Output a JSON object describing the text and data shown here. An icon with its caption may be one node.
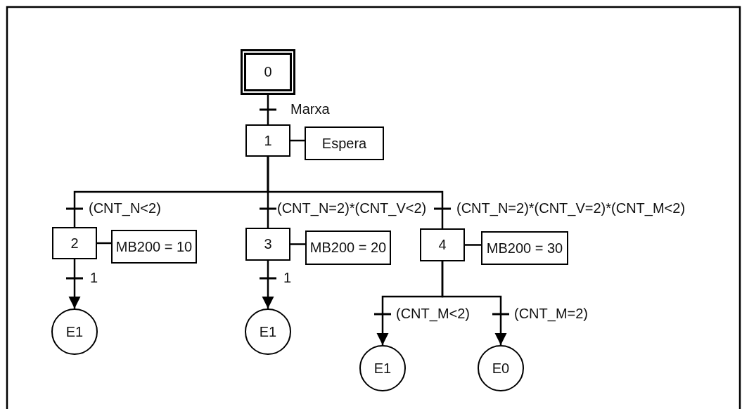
{
  "diagram": {
    "nodes": [
      {
        "text": [
          "0"
        ]
      },
      {
        "text": [
          "1"
        ]
      },
      {
        "text": [
          "Espera"
        ]
      },
      {
        "text": [
          "2"
        ]
      },
      {
        "text": [
          "MB200 = 10"
        ]
      },
      {
        "text": [
          "3"
        ]
      },
      {
        "text": [
          "MB200 = 20"
        ]
      },
      {
        "text": [
          "4"
        ]
      },
      {
        "text": [
          "MB200 = 30"
        ]
      },
      {
        "text": [
          "E1"
        ]
      },
      {
        "text": [
          "E1"
        ]
      },
      {
        "text": [
          "E1"
        ]
      },
      {
        "text": [
          "E0"
        ]
      }
    ],
    "edges": [
      {
        "from": 0,
        "to": 1,
        "arrow": "none",
        "label": "Marxa"
      },
      {
        "from": 1,
        "to": 2,
        "arrow": "none"
      },
      {
        "from": 1,
        "to": 3,
        "arrow": "none",
        "label": "(CNT_N<2)"
      },
      {
        "from": 1,
        "to": 5,
        "arrow": "none",
        "label": "(CNT_N=2)*(CNT_V<2)"
      },
      {
        "from": 1,
        "to": 7,
        "arrow": "none",
        "label": "(CNT_N=2)*(CNT_V=2)*(CNT_M<2)"
      },
      {
        "from": 3,
        "to": 4,
        "arrow": "none"
      },
      {
        "from": 3,
        "to": 9,
        "arrow": "to",
        "label": "1"
      },
      {
        "from": 5,
        "to": 6,
        "arrow": "none"
      },
      {
        "from": 5,
        "to": 10,
        "arrow": "to",
        "label": "1"
      },
      {
        "from": 7,
        "to": 8,
        "arrow": "none"
      },
      {
        "from": 7,
        "to": 11,
        "arrow": "to",
        "label": "(CNT_M<2)"
      },
      {
        "from": 7,
        "to": 12,
        "arrow": "to",
        "label": "(CNT_M=2)"
      }
    ]
  }
}
